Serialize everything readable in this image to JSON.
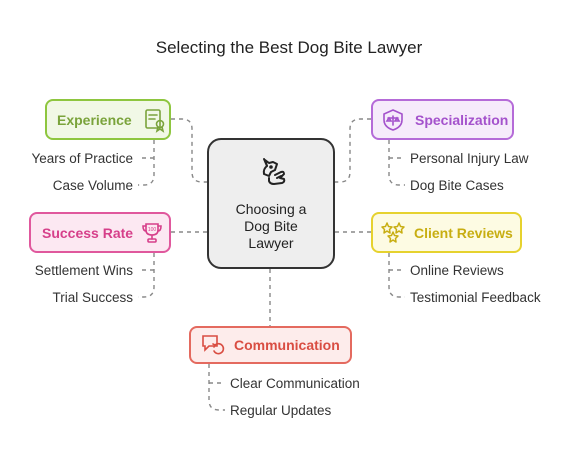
{
  "title": "Selecting the Best Dog Bite Lawyer",
  "center": {
    "lines": [
      "Choosing a",
      "Dog Bite",
      "Lawyer"
    ],
    "icon": "dog-hand-icon"
  },
  "nodes": [
    {
      "key": "experience",
      "label": "Experience",
      "icon": "certificate-icon",
      "color": "#8ec63f",
      "fill": "#f1f8e6",
      "text": "#7aa33b",
      "items": [
        "Years of Practice",
        "Case Volume"
      ]
    },
    {
      "key": "specialization",
      "label": "Specialization",
      "icon": "scales-badge-icon",
      "color": "#b56bd8",
      "fill": "#f6ebfb",
      "text": "#a452cc",
      "items": [
        "Personal Injury Law",
        "Dog Bite Cases"
      ]
    },
    {
      "key": "success-rate",
      "label": "Success Rate",
      "icon": "trophy-icon",
      "color": "#e0589d",
      "fill": "#fce8f2",
      "text": "#d63f8a",
      "items": [
        "Settlement Wins",
        "Trial Success"
      ]
    },
    {
      "key": "client-reviews",
      "label": "Client Reviews",
      "icon": "stars-icon",
      "color": "#e6d22e",
      "fill": "#fdfbe3",
      "text": "#c8ae12",
      "items": [
        "Online Reviews",
        "Testimonial Feedback"
      ]
    },
    {
      "key": "communication",
      "label": "Communication",
      "icon": "chat-refresh-icon",
      "color": "#e46a5f",
      "fill": "#fdeceb",
      "text": "#d94d42",
      "items": [
        "Clear Communication",
        "Regular Updates"
      ]
    }
  ]
}
